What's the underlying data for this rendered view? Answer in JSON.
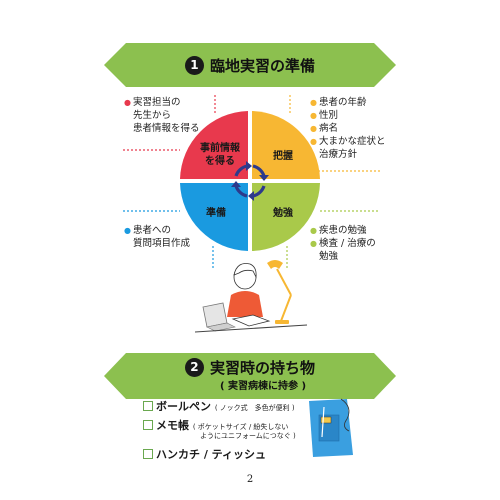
{
  "section1": {
    "number": "1",
    "title": "臨地実習の準備"
  },
  "quadrants": {
    "top_left": {
      "label_line1": "事前情報",
      "label_line2": "を得る",
      "color": "#e8394d"
    },
    "top_right": {
      "label": "把握",
      "color": "#f7b733"
    },
    "bottom_left": {
      "label": "準備",
      "color": "#1a9ae0"
    },
    "bottom_right": {
      "label": "勉強",
      "color": "#a9c94a"
    }
  },
  "notes": {
    "top_left": {
      "bullet": "●",
      "bullet_color": "#e8394d",
      "lines": [
        "実習担当の",
        "先生から",
        "患者情報を得る"
      ]
    },
    "top_right": {
      "bullet": "●",
      "bullet_color": "#f7b733",
      "items": [
        "患者の年齢",
        "性別",
        "病名",
        "大まかな症状と",
        "治療方針"
      ]
    },
    "bottom_left": {
      "bullet": "●",
      "bullet_color": "#1a9ae0",
      "lines": [
        "患者への",
        "質問項目作成"
      ]
    },
    "bottom_right": {
      "bullet": "●",
      "bullet_color": "#a9c94a",
      "items": [
        "疾患の勉強",
        "検査 / 治療の",
        "勉強"
      ]
    }
  },
  "section2": {
    "number": "2",
    "title": "実習時の持ち物",
    "subtitle": "( 実習病棟に持参 )"
  },
  "checklist": {
    "item1": {
      "label": "ボールペン",
      "note": "( ノック式　多色が便利 )"
    },
    "item2": {
      "label": "メモ帳",
      "note_line1": "( ポケットサイズ / 紛失しない",
      "note_line2": "ようにユニフォームにつなぐ )"
    },
    "item3": {
      "label": "ハンカチ / ティッシュ"
    }
  },
  "page_number": "2",
  "colors": {
    "banner": "#8cc04f",
    "banner_dark": "#6aa84f"
  }
}
